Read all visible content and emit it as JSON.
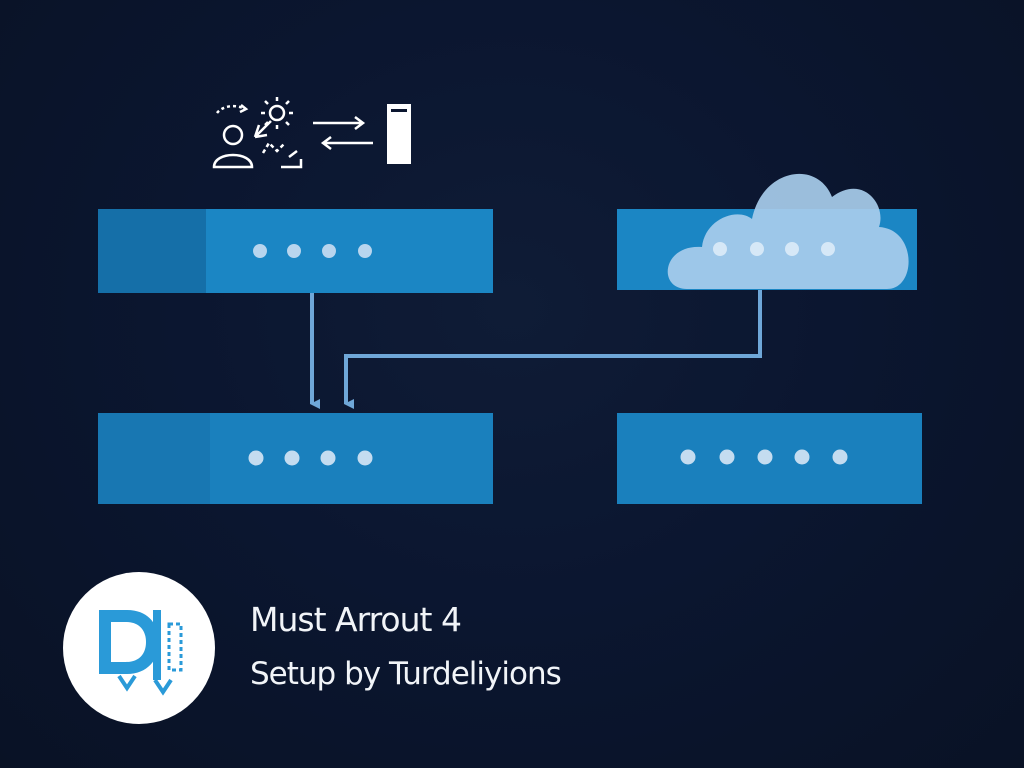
{
  "caption": {
    "title": "Must Arrout 4",
    "subtitle": "Setup by Turdeliyions"
  },
  "nodes": [
    {
      "id": "top-left",
      "dots": 4
    },
    {
      "id": "top-right-cloud",
      "dots": 4
    },
    {
      "id": "bottom-left",
      "dots": 4
    },
    {
      "id": "bottom-right",
      "dots": 5
    }
  ],
  "icons": {
    "top_left_group": [
      "user-icon",
      "gear-icon",
      "exchange-arrows-icon",
      "server-icon"
    ],
    "cloud": "cloud-icon",
    "logo": "brand-logo-icon"
  },
  "colors": {
    "background": "#0b1630",
    "box": "#1a80bd",
    "box_dark": "#1873ad",
    "connector": "#6fa7d8",
    "cloud": "#a8cdec",
    "dot": "#b8d5ee"
  }
}
